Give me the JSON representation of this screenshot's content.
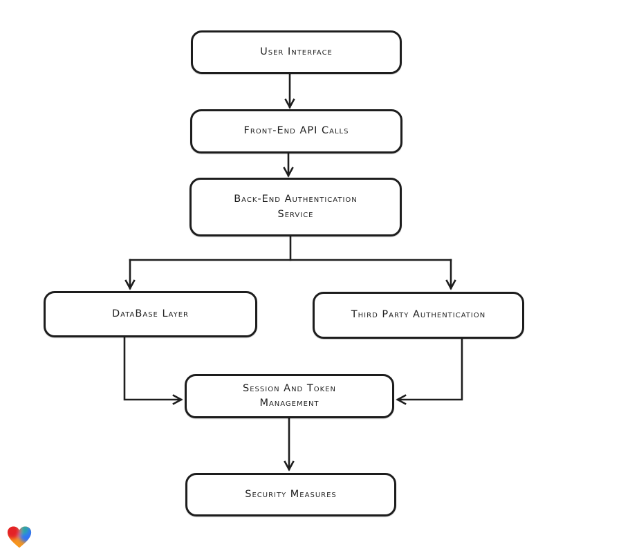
{
  "diagram": {
    "background": "#ffffff",
    "stroke_color": "#1d1d1d",
    "node_fill": "#ffffff",
    "nodes": [
      {
        "id": "user-interface",
        "label": "User Interface"
      },
      {
        "id": "front-end-api-calls",
        "label": "Front-End API Calls"
      },
      {
        "id": "back-end-authentication-service",
        "label": "Back-End Authentication\nService"
      },
      {
        "id": "database-layer",
        "label": "DataBase Layer"
      },
      {
        "id": "third-party-authentication",
        "label": "Third Party Authentication"
      },
      {
        "id": "session-and-token-management",
        "label": "Session And Token\nManagement"
      },
      {
        "id": "security-measures",
        "label": "Security Measures"
      }
    ],
    "edges": [
      {
        "from": "user-interface",
        "to": "front-end-api-calls"
      },
      {
        "from": "front-end-api-calls",
        "to": "back-end-authentication-service"
      },
      {
        "from": "back-end-authentication-service",
        "to": "database-layer"
      },
      {
        "from": "back-end-authentication-service",
        "to": "third-party-authentication"
      },
      {
        "from": "database-layer",
        "to": "session-and-token-management"
      },
      {
        "from": "third-party-authentication",
        "to": "session-and-token-management"
      },
      {
        "from": "session-and-token-management",
        "to": "security-measures"
      }
    ]
  },
  "logo": {
    "icon": "heart-logo",
    "colors": {
      "red": "#e42227",
      "orange": "#f6961e",
      "teal": "#2ba6a4",
      "blue": "#3173f5"
    }
  }
}
